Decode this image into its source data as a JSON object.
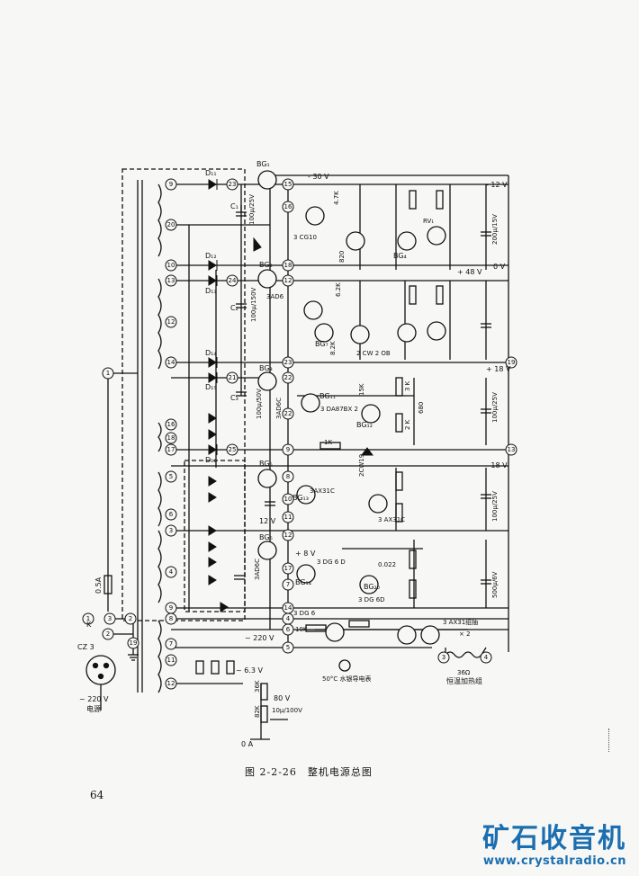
{
  "caption": "图 2-2-26　整机电源总图",
  "page_number": "64",
  "watermark": {
    "text_cn": "矿石收音机",
    "url": "www.crystalradio.cn",
    "color": "#1b6fb0"
  },
  "labels": {
    "d11": "D₁₁",
    "d12": "D₁₂",
    "d13": "D₁₃",
    "d14": "D₁₄",
    "d15": "D₁₅",
    "d16": "D₁₆",
    "bg1": "BG₁",
    "bg2": "BG₂",
    "bg3": "BG₃",
    "bg4": "BG₄",
    "bg5": "BG₅",
    "bg6": "BG₆",
    "bg7": "BG₇",
    "bg11": "BG₁₁",
    "bg12": "BG₁₂",
    "bg13": "BG₁₃",
    "bg14": "BG₁₄",
    "bg20": "BG₂₀",
    "c1": "C₁",
    "c2": "C₂",
    "c3": "C₃",
    "cap1": "100μ/25V",
    "cap2": "100μ/150V",
    "cap3": "100μ/50V",
    "cap4": "100μ/25V",
    "cap5": "200μ/15V",
    "cap6": "100μ/25V",
    "cap7": "500μ/6V",
    "cap8": "10μ/100V",
    "tr1": "3AD6",
    "tr2": "3AD6C",
    "tr3": "3 DA87BX 2",
    "tr4": "3AX31C",
    "tr5": "3 AX31C",
    "tr6": "3 DG 6 D",
    "tr7": "3 DG 6D",
    "tr8": "3 DG 6",
    "tr9": "3 AX31组抽",
    "tr10": "3 CG10",
    "tr11": "3AD6C",
    "v_neg12": "- 12 V",
    "v_neg30": "- 30 V",
    "v_48": "+ 48 V",
    "v_0": "0 V",
    "v_18": "+ 18 V",
    "v_neg18": "- 18 V",
    "v_12": "12 V",
    "v_63": "~ 6.3 V",
    "v_220": "~ 220 V",
    "v_220b": "~ 220 V",
    "v_80": "80 V",
    "v_8": "+ 8 V",
    "zd": "2CW19",
    "fuse": "0.5A",
    "plug": "CZ 3",
    "k": "K",
    "mains": "电源",
    "heater": "恒温加热组",
    "therm": "50°C 水银导电表",
    "r36": "36Ω",
    "r10k": "10K",
    "r1k": "1K",
    "r36k": "36K",
    "r82k": "82K",
    "oa": "0 A",
    "c022": "0.022",
    "r680": "680",
    "r15k": "15K",
    "r3k": "3 K",
    "r2k": "2 K",
    "r62k": "6.2K",
    "r82": "8.2K",
    "rv": "RV₁",
    "x2": "× 2",
    "cw": "2 CW 2 OB",
    "r820": "820",
    "r47": "4.7K"
  }
}
